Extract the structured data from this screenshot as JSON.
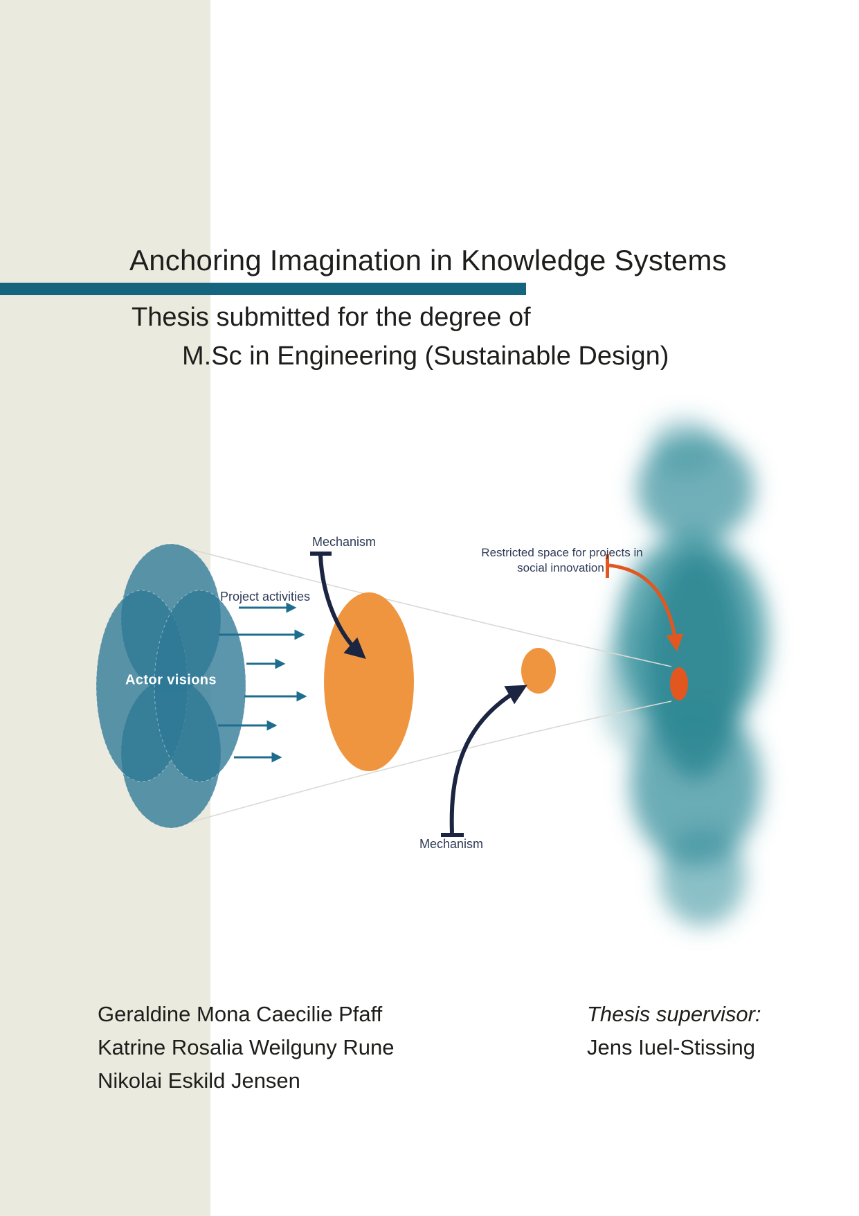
{
  "title": "Anchoring Imagination in Knowledge Systems",
  "subtitle": {
    "line1": "Thesis submitted for the degree of",
    "line2": "M.Sc in Engineering (Sustainable Design)"
  },
  "diagram": {
    "actor_visions_label": "Actor visions",
    "project_activities_label": "Project activities",
    "mechanism_top_label": "Mechanism",
    "mechanism_bottom_label": "Mechanism",
    "restricted_label_line1": "Restricted space for projects in",
    "restricted_label_line2": "social innovation"
  },
  "authors": [
    "Geraldine Mona Caecilie Pfaff",
    "Katrine Rosalia Weilguny Rune",
    "Nikolai Eskild Jensen"
  ],
  "supervisor": {
    "label": "Thesis supervisor:",
    "name": "Jens Iuel-Stissing"
  },
  "colors": {
    "band": "#ebeade",
    "bar_teal": "#15657f",
    "ink": "#1d1d1b",
    "navy": "#1b2440",
    "diagram_text": "#2e3a56",
    "arrow_teal": "#1e6d8e",
    "venn_teal": "#2e7896",
    "orange": "#f0953f",
    "red_orange": "#e2571f",
    "blob_teal": "#3a929e",
    "blob_core": "#2f8793",
    "cone_line": "#d9d9d4",
    "actor_text": "#ffffff"
  }
}
